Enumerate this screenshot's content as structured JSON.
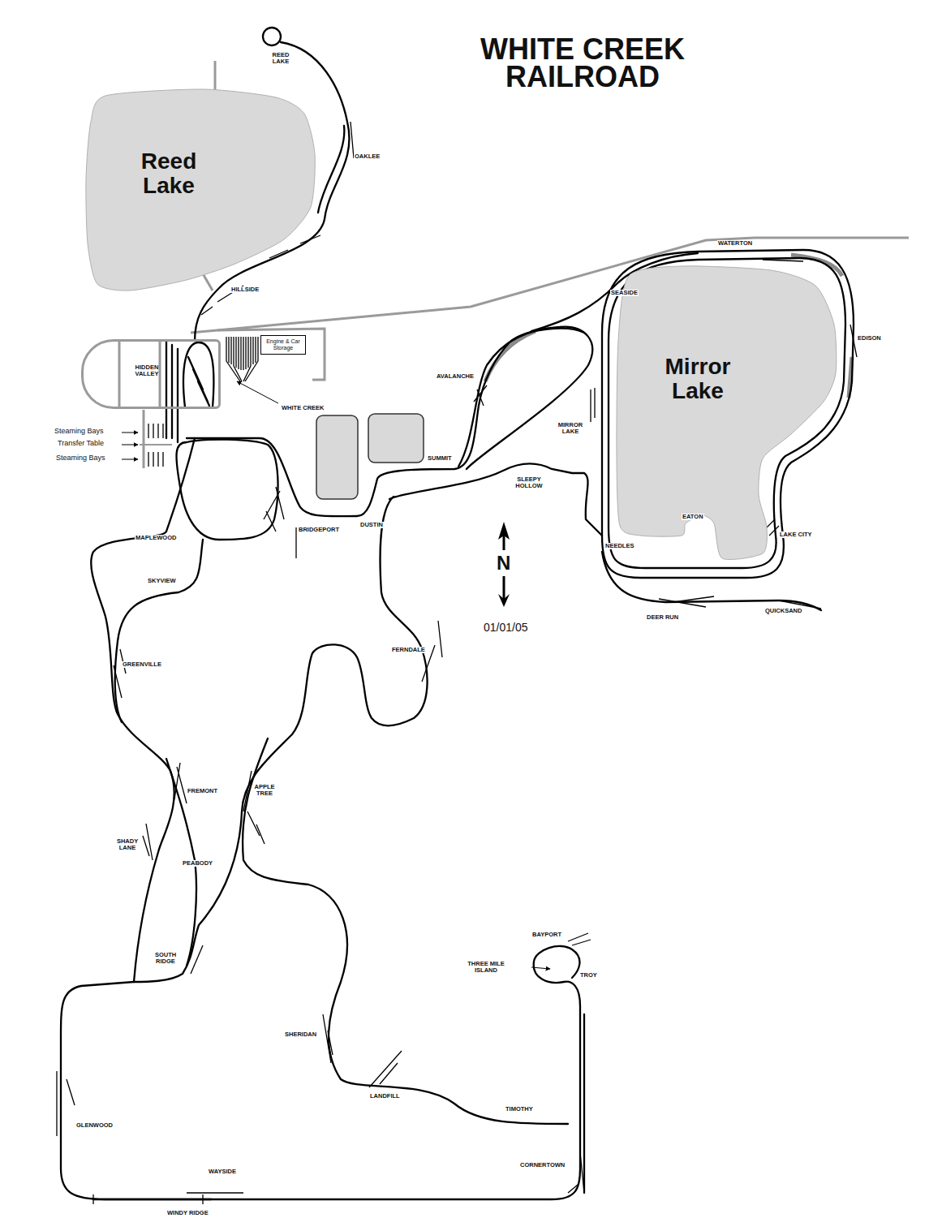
{
  "diagram": {
    "title": "WHITE CREEK RAILROAD",
    "nodes": [
      {
        "text": [
          "Reed Lake"
        ]
      },
      {
        "text": [
          "HIDDEN VALLEY"
        ]
      },
      {
        "text": [
          "Engine & Car Storage"
        ]
      },
      {
        "text": [
          "Mirror Lake"
        ]
      }
    ],
    "labels": [
      "REED LAKE",
      "OAKLEE",
      "HILLSIDE",
      "WATERTON",
      "SEASIDE",
      "EDISON",
      "AVALANCHE",
      "WHITE CREEK",
      "MIRROR LAKE",
      "SUMMIT",
      "SLEEPY HOLLOW",
      "EATON",
      "LAKE CITY",
      "NEEDLES",
      "DUSTIN",
      "BRIDGEPORT",
      "MAPLEWOOD",
      "SKYVIEW",
      "Steaming Bays",
      "Transfer Table",
      "Steaming Bays",
      "N",
      "01/01/05",
      "DEER RUN",
      "QUICKSAND",
      "FERNDALE",
      "GREENVILLE",
      "FREMONT",
      "APPLE TREE",
      "SHADY LANE",
      "PEABODY",
      "SOUTH RIDGE",
      "BAYPORT",
      "THREE MILE ISLAND",
      "TROY",
      "SHERIDAN",
      "LANDFILL",
      "TIMOTHY",
      "GLENWOOD",
      "WAYSIDE",
      "CORNERTOWN",
      "WINDY RIDGE"
    ]
  }
}
